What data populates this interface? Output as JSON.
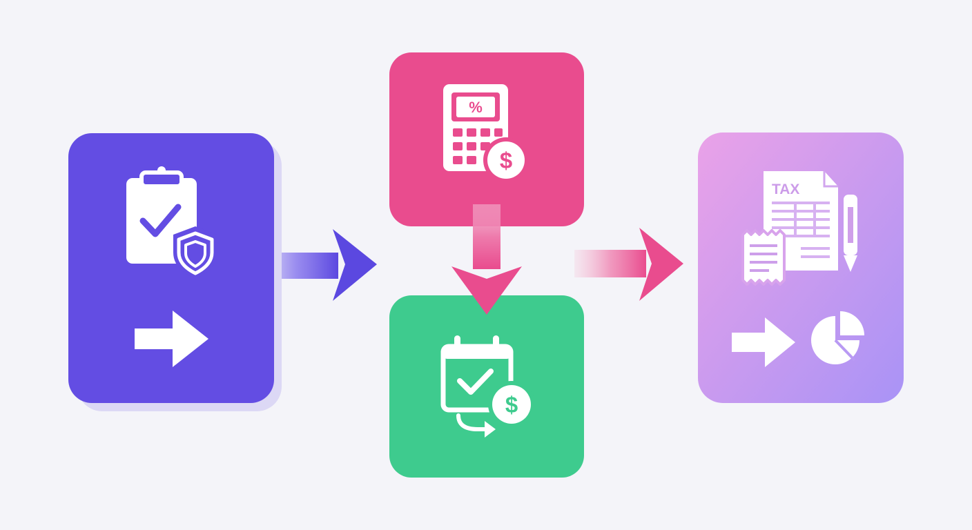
{
  "background_color": "#f4f4f9",
  "steps": [
    {
      "id": "review",
      "icon": "clipboard-check-shield-icon",
      "secondary_icon": "arrow-right-icon",
      "color": "#634de3"
    },
    {
      "id": "calculate",
      "icon": "calculator-percent-dollar-icon",
      "color": "#e94c8e"
    },
    {
      "id": "schedule-payment",
      "icon": "calendar-check-dollar-icon",
      "color": "#3ecb8e"
    },
    {
      "id": "tax-report",
      "icon": "tax-document-receipt-pen-icon",
      "secondary_icon": "arrow-pie-chart-icon",
      "badge_text": "TAX",
      "color_start": "#eaa2e8",
      "color_end": "#a993f6"
    }
  ],
  "connectors": [
    {
      "from": "review",
      "to": "calculate",
      "color": "#634de3"
    },
    {
      "from": "calculate",
      "to": "schedule-payment",
      "color": "#e94c8e"
    },
    {
      "from": "calculate",
      "to": "tax-report",
      "color": "#e94c8e"
    }
  ]
}
